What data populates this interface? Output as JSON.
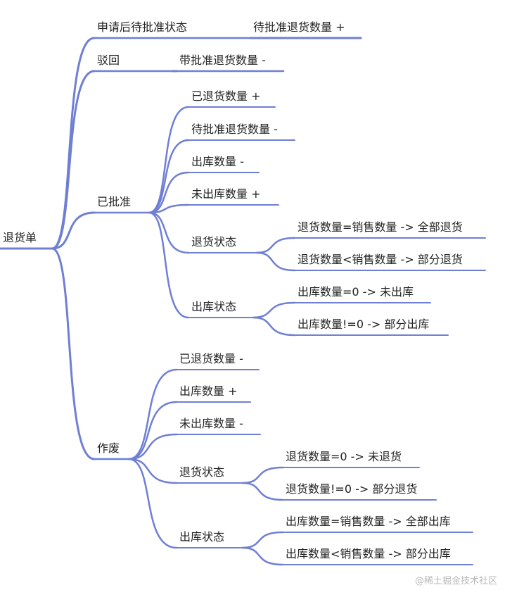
{
  "colors": {
    "line": "#6f7fd4",
    "text": "#222222",
    "watermark": "#b9b9b9"
  },
  "watermark": "@稀土掘金技术社区",
  "tree": {
    "id": "root",
    "label": "退货单",
    "children": [
      {
        "id": "pending",
        "label": "申请后待批准状态",
        "children": [
          {
            "id": "pending-qty",
            "label": "待批准退货数量 +"
          }
        ]
      },
      {
        "id": "rejected",
        "label": "驳回",
        "children": [
          {
            "id": "rejected-qty",
            "label": "带批准退货数量 -"
          }
        ]
      },
      {
        "id": "approved",
        "label": "已批准",
        "children": [
          {
            "id": "approved-returned",
            "label": "已退货数量 +"
          },
          {
            "id": "approved-pending",
            "label": "待批准退货数量 -"
          },
          {
            "id": "approved-out",
            "label": "出库数量 -"
          },
          {
            "id": "approved-notout",
            "label": "未出库数量 +"
          },
          {
            "id": "approved-return-status",
            "label": "退货状态",
            "children": [
              {
                "id": "approved-rs-all",
                "label": "退货数量=销售数量 -> 全部退货"
              },
              {
                "id": "approved-rs-part",
                "label": "退货数量<销售数量 -> 部分退货"
              }
            ]
          },
          {
            "id": "approved-out-status",
            "label": "出库状态",
            "children": [
              {
                "id": "approved-os-none",
                "label": "出库数量=0 -> 未出库"
              },
              {
                "id": "approved-os-part",
                "label": "出库数量!=0 -> 部分出库"
              }
            ]
          }
        ]
      },
      {
        "id": "voided",
        "label": "作废",
        "children": [
          {
            "id": "voided-returned",
            "label": "已退货数量 -"
          },
          {
            "id": "voided-out",
            "label": "出库数量 +"
          },
          {
            "id": "voided-notout",
            "label": "未出库数量 -"
          },
          {
            "id": "voided-return-status",
            "label": "退货状态",
            "children": [
              {
                "id": "voided-rs-none",
                "label": "退货数量=0 -> 未退货"
              },
              {
                "id": "voided-rs-part",
                "label": "退货数量!=0 -> 部分退货"
              }
            ]
          },
          {
            "id": "voided-out-status",
            "label": "出库状态",
            "children": [
              {
                "id": "voided-os-all",
                "label": "出库数量=销售数量 -> 全部出库"
              },
              {
                "id": "voided-os-part",
                "label": "出库数量<销售数量 -> 部分出库"
              }
            ]
          }
        ]
      }
    ]
  }
}
